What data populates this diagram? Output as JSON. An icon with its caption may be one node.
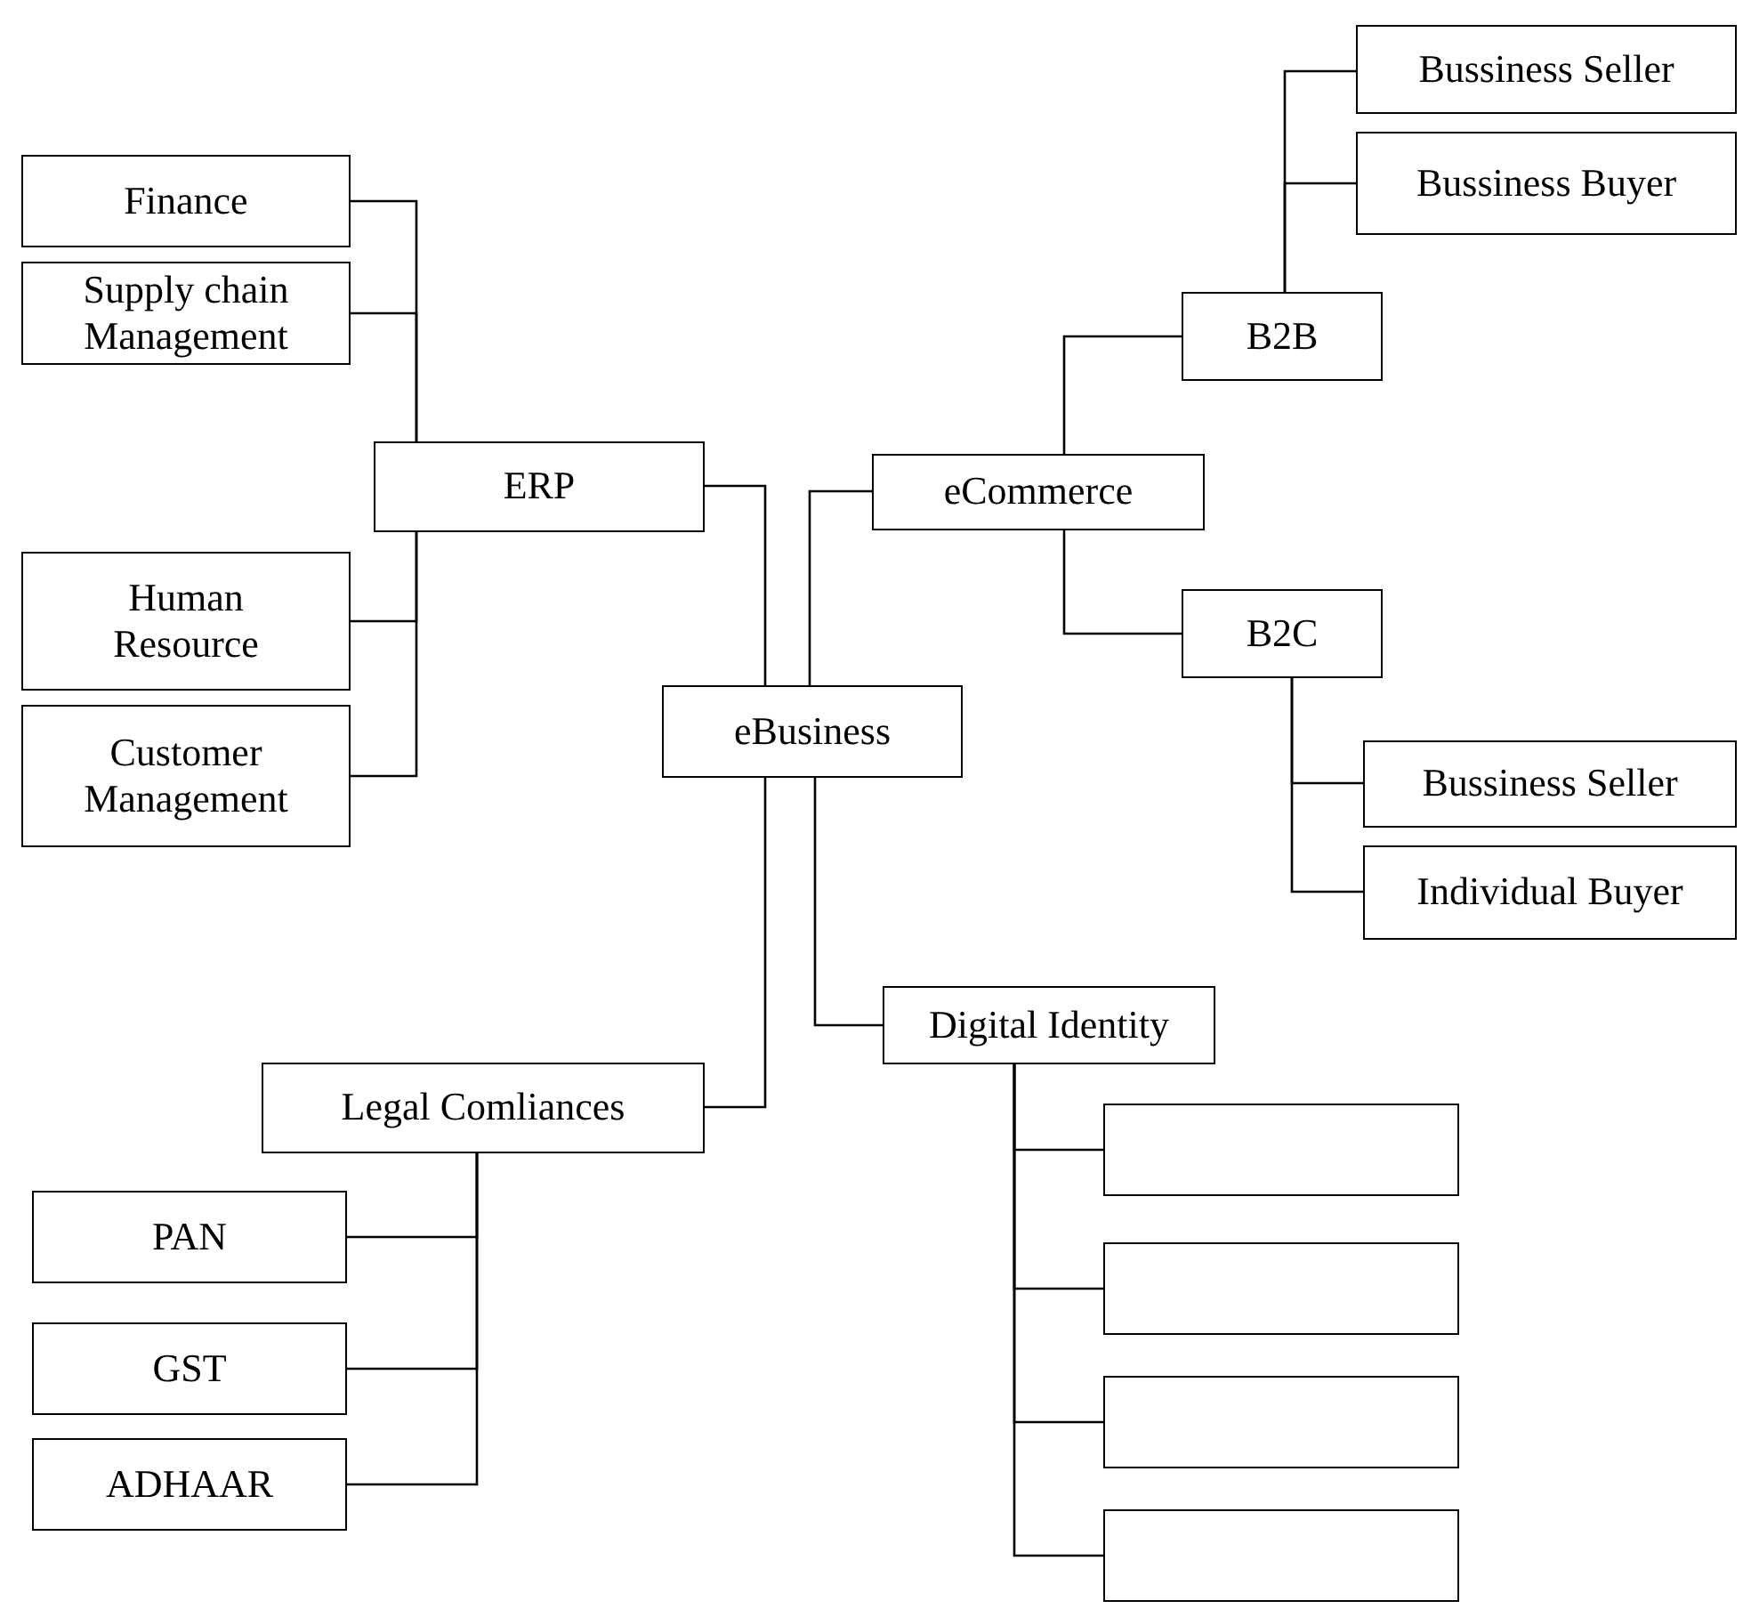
{
  "diagram": {
    "nodes": [
      {
        "text": [
          "Finance"
        ]
      },
      {
        "text": [
          "Supply chain Management"
        ]
      },
      {
        "text": [
          "ERP"
        ]
      },
      {
        "text": [
          "Human Resource"
        ]
      },
      {
        "text": [
          "Customer Management"
        ]
      },
      {
        "text": [
          "eCommerce"
        ]
      },
      {
        "text": [
          "B2B"
        ]
      },
      {
        "text": [
          "Bussiness Seller"
        ]
      },
      {
        "text": [
          "Bussiness Buyer"
        ]
      },
      {
        "text": [
          "B2C"
        ]
      },
      {
        "text": [
          "Bussiness Seller"
        ]
      },
      {
        "text": [
          "Individual Buyer"
        ]
      },
      {
        "text": [
          "eBusiness"
        ]
      },
      {
        "text": [
          "Digital Identity"
        ]
      },
      {
        "text": [
          "Legal Comliances"
        ]
      },
      {
        "text": [
          "PAN"
        ]
      },
      {
        "text": [
          "GST"
        ]
      },
      {
        "text": [
          "ADHAAR"
        ]
      },
      {
        "text": [],
        "shape": "box"
      },
      {
        "text": [],
        "shape": "box"
      },
      {
        "text": [],
        "shape": "box"
      },
      {
        "text": [],
        "shape": "box"
      }
    ],
    "edges": [
      {
        "from": 2,
        "to": 0,
        "arrow": "none"
      },
      {
        "from": 2,
        "to": 1,
        "arrow": "none"
      },
      {
        "from": 2,
        "to": 3,
        "arrow": "none"
      },
      {
        "from": 2,
        "to": 4,
        "arrow": "none"
      },
      {
        "from": 12,
        "to": 2,
        "arrow": "none"
      },
      {
        "from": 12,
        "to": 5,
        "arrow": "none"
      },
      {
        "from": 12,
        "to": 14,
        "arrow": "none"
      },
      {
        "from": 12,
        "to": 13,
        "arrow": "none"
      },
      {
        "from": 5,
        "to": 6,
        "arrow": "none"
      },
      {
        "from": 5,
        "to": 9,
        "arrow": "none"
      },
      {
        "from": 6,
        "to": 7,
        "arrow": "none"
      },
      {
        "from": 6,
        "to": 8,
        "arrow": "none"
      },
      {
        "from": 9,
        "to": 10,
        "arrow": "none"
      },
      {
        "from": 9,
        "to": 11,
        "arrow": "none"
      },
      {
        "from": 14,
        "to": 15,
        "arrow": "none"
      },
      {
        "from": 14,
        "to": 16,
        "arrow": "none"
      },
      {
        "from": 14,
        "to": 17,
        "arrow": "none"
      },
      {
        "from": 13,
        "to": 18,
        "arrow": "none"
      },
      {
        "from": 13,
        "to": 19,
        "arrow": "none"
      },
      {
        "from": 13,
        "to": 20,
        "arrow": "none"
      },
      {
        "from": 13,
        "to": 21,
        "arrow": "none"
      }
    ]
  }
}
